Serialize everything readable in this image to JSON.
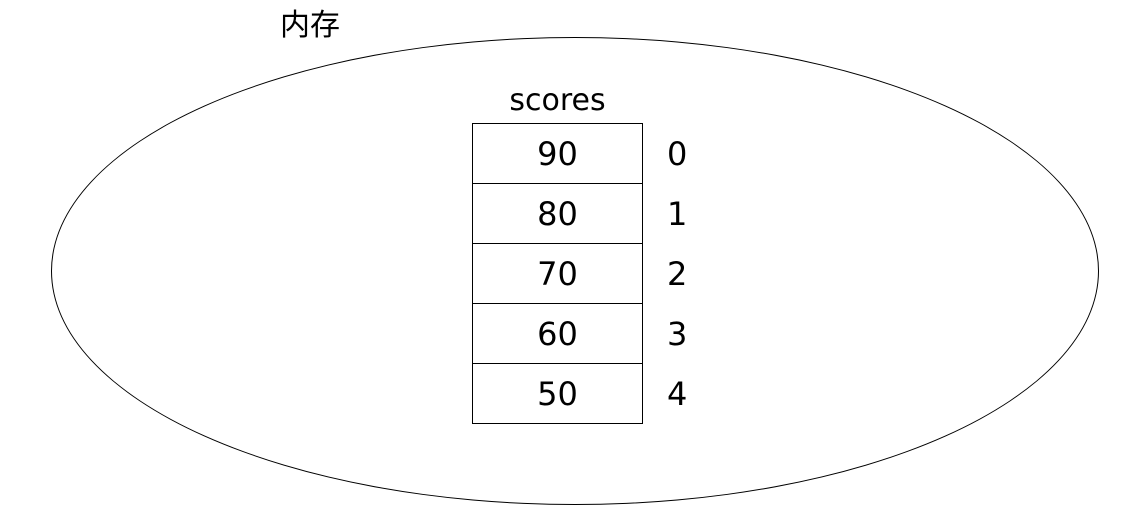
{
  "colors": {
    "background": "#ffffff",
    "stroke": "#000000",
    "text": "#000000"
  },
  "memory": {
    "label": "内存"
  },
  "array": {
    "name": "scores",
    "cells": [
      {
        "value": "90",
        "index": "0"
      },
      {
        "value": "80",
        "index": "1"
      },
      {
        "value": "70",
        "index": "2"
      },
      {
        "value": "60",
        "index": "3"
      },
      {
        "value": "50",
        "index": "4"
      }
    ]
  }
}
